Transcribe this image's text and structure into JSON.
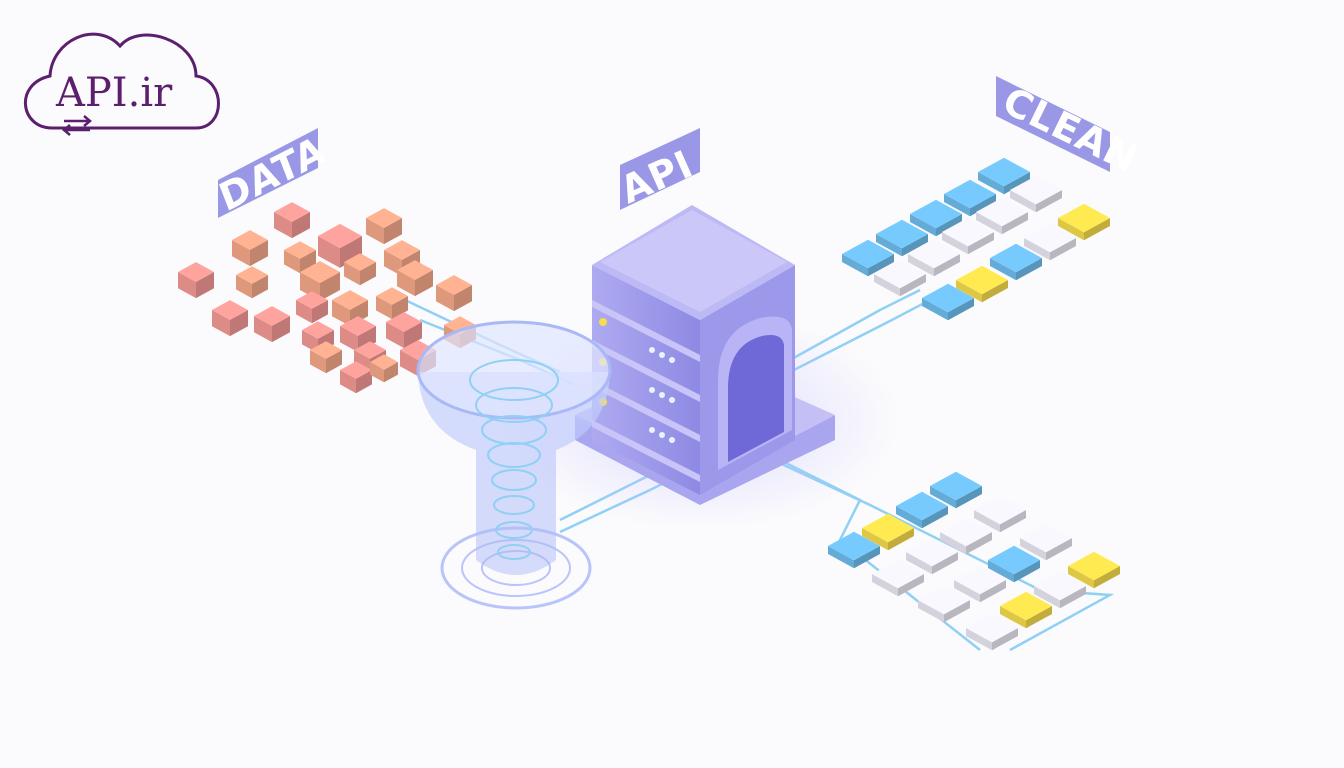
{
  "logo": {
    "text": "API.ir",
    "icon": "cloud-sync-icon",
    "color": "#5b1f6e"
  },
  "labels": {
    "data": "DATA",
    "api": "API",
    "clean": "CLEAN"
  },
  "colors": {
    "label_bg": "#9a98e6",
    "server_top": "#bdb9f5",
    "server_body": "#a9a5ef",
    "raw_cube": "#f7a98a",
    "clean_blue": "#6fbfef",
    "clean_yellow": "#f7dd4d",
    "clean_white": "#eceaf6",
    "pipe": "#8fd0f4",
    "funnel": "#b7c6fb"
  }
}
